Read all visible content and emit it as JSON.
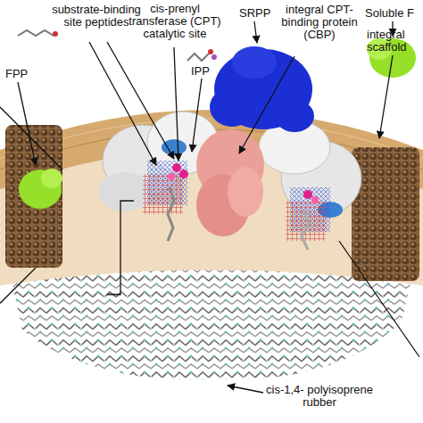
{
  "diagram": {
    "labels": [
      "substrate-binding site peptides",
      "cis-prenyl transferase (CPT) catalytic site",
      "IPP",
      "SRPP",
      "integral CPT-binding protein (CBP)",
      "Soluble F",
      "integral scaffold",
      "FPP",
      "cis-1,4- polyisoprene rubber"
    ]
  }
}
